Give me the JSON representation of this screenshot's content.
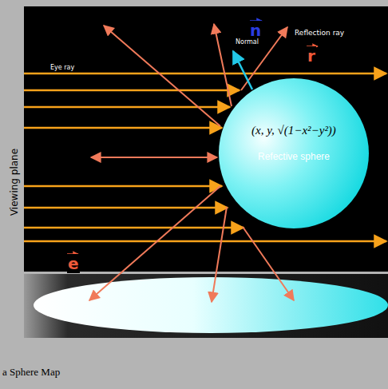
{
  "diagram": {
    "caption": "a Sphere Map",
    "nodes": [
      {
        "text": [
          "(x, y, √(1−x²−y²))",
          "Refective sphere"
        ]
      }
    ],
    "labels": [
      "n",
      "Normal",
      "Reflection ray",
      "r",
      "Eye ray",
      "Viewing plane",
      "e"
    ]
  }
}
